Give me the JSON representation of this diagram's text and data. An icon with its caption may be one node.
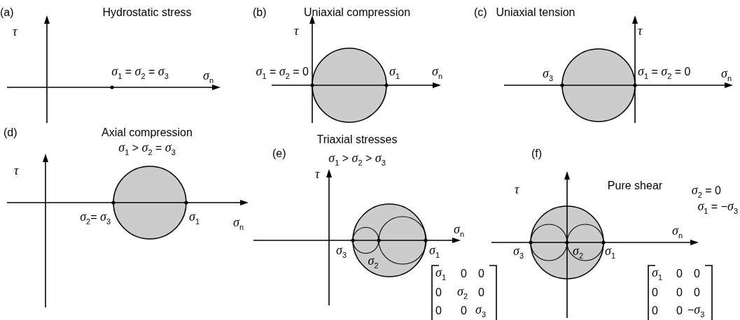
{
  "diagram": {
    "labels": [
      "(a)",
      "Hydrostatic stress",
      "τ",
      "*σ*$_{1}$ = *σ*$_{2}$ = *σ*$_{3}$",
      "*σ*$_{n}$",
      "(b)",
      "Uniaxial compression",
      "τ",
      "*σ*$_{1}$ = *σ*$_{2}$ = 0",
      "*σ*$_{1}$",
      "*σ*$_{n}$",
      "(c)",
      "Uniaxial tension",
      "τ",
      "*σ*$_{3}$",
      "*σ*$_{1}$ = *σ*$_{2}$ = 0",
      "*σ*$_{n}$",
      "(d)",
      "Axial compression",
      "*σ*$_{1}$ > *σ*$_{2}$ = *σ*$_{3}$",
      "τ",
      "*σ*$_{2}$= *σ*$_{3}$",
      "*σ*$_{1}$",
      "*σ*$_{n}$",
      "(e)",
      "Triaxial stresses",
      "*σ*$_{1}$ > *σ*$_{2}$ > *σ*$_{3}$",
      "τ",
      "*σ*$_{n}$",
      "*σ*$_{3}$",
      "*σ*$_{2}$",
      "*σ*$_{1}$",
      "*σ*$_{1}$",
      "0",
      "0",
      "0",
      "*σ*$_{2}$",
      "0",
      "0",
      "0",
      "*σ*$_{3}$",
      "(f)",
      "τ",
      "Pure shear",
      "*σ*$_{2}$ = 0",
      "*σ*$_{1}$ = −*σ*$_{3}$",
      "*σ*$_{n}$",
      "*σ*$_{3}$",
      "*σ*$_{2}$",
      "*σ*$_{1}$",
      "*σ*$_{1}$",
      "0",
      "0",
      "0",
      "0",
      "0",
      "0",
      "0",
      "−*σ*$_{3}$"
    ]
  }
}
